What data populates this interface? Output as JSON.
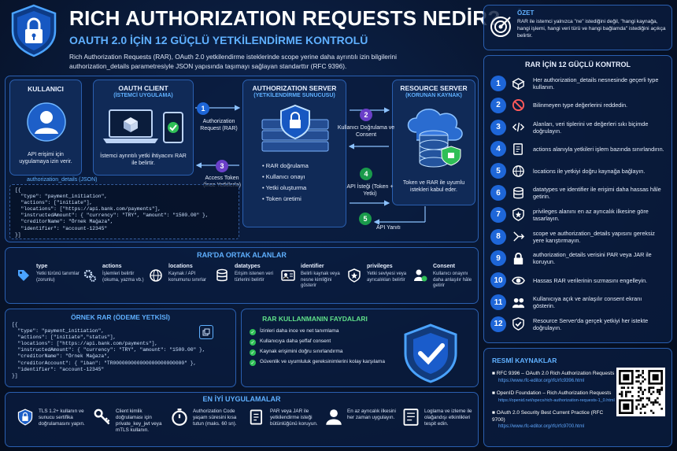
{
  "header": {
    "title": "RICH AUTHORIZATION REQUESTS NEDİR?",
    "subtitle": "OAUTH 2.0 İÇİN 12 GÜÇLÜ YETKİLENDİRME KONTROLÜ",
    "description": "Rich Authorization Requests (RAR), OAuth 2.0 yetkilendirme isteklerinde scope yerine daha ayrıntılı izin bilgilerini authorization_details parametresiyle JSON yapısında taşımayı sağlayan standarttır (RFC 9396)."
  },
  "summary": {
    "title": "ÖZET",
    "text": "RAR ile istemci yalnızca \"ne\" istediğini değil, \"hangi kaynağa, hangi işlemi, hangi veri türü ve hangi bağlamda\" istediğini açıkça belirtir."
  },
  "flow": {
    "user": {
      "title": "KULLANICI",
      "text": "API erişimi için uygulamaya izin verir."
    },
    "client": {
      "title": "OAUTH CLIENT",
      "subtitle": "(İSTEMCİ UYGULAMA)",
      "text": "İstemci ayrıntılı yetki ihtiyacını RAR ile belirtir."
    },
    "auth_server": {
      "title": "AUTHORIZATION SERVER",
      "subtitle": "(YETKİLENDİRME SUNUCUSU)",
      "items": [
        "RAR doğrulama",
        "Kullanıcı onayı",
        "Yetki oluşturma",
        "Token üretimi"
      ]
    },
    "resource_server": {
      "title": "RESOURCE SERVER",
      "subtitle": "(KORUNAN KAYNAK)",
      "text": "Token ve RAR ile uyumlu istekleri kabul eder."
    },
    "steps": [
      {
        "n": "1",
        "label": "Authorization Request (RAR)"
      },
      {
        "n": "2",
        "label": "Kullanıcı Doğrulama ve Consent"
      },
      {
        "n": "3",
        "label": "Access Token (İnce Yetkilerle)"
      },
      {
        "n": "4",
        "label": "API İsteği (Token + Yetki)"
      },
      {
        "n": "5",
        "label": "API Yanıtı"
      }
    ],
    "json_label": "authorization_details (JSON)"
  },
  "code1": [
    "[{",
    "  \"type\": \"payment_initiation\",",
    "  \"actions\": [\"initiate\"],",
    "  \"locations\": [\"https://api.bank.com/payments\"],",
    "  \"instructedAmount\": { \"currency\": \"TRY\", \"amount\": \"1500.00\" },",
    "  \"creditorName\": \"Örnek Mağaza\",",
    "  \"identifier\": \"account-12345\"",
    "}]"
  ],
  "controls": {
    "title": "RAR İÇİN 12 GÜÇLÜ KONTROL",
    "items": [
      {
        "n": "1",
        "icon": "cube-icon",
        "text": "Her authorization_details nesnesinde geçerli type kullanın."
      },
      {
        "n": "2",
        "icon": "ban-icon",
        "text": "Bilinmeyen type değerlerini reddedin."
      },
      {
        "n": "3",
        "icon": "code-icon",
        "text": "Alanları, veri tiplerini ve değerleri sıkı biçimde doğrulayın."
      },
      {
        "n": "4",
        "icon": "document-icon",
        "text": "actions alanıyla yetkileri işlem bazında sınırlandırın."
      },
      {
        "n": "5",
        "icon": "globe-icon",
        "text": "locations ile yetkiyi doğru kaynağa bağlayın."
      },
      {
        "n": "6",
        "icon": "database-icon",
        "text": "datatypes ve identifier ile erişimi daha hassas hâle getirin."
      },
      {
        "n": "7",
        "icon": "shield-star-icon",
        "text": "privileges alanını en az ayrıcalık ilkesine göre tasarlayın."
      },
      {
        "n": "8",
        "icon": "merge-icon",
        "text": "scope ve authorization_details yapısını gereksiz yere karıştırmayın."
      },
      {
        "n": "9",
        "icon": "lock-icon",
        "text": "authorization_details verisini PAR veya JAR ile koruyun."
      },
      {
        "n": "10",
        "icon": "eye-icon",
        "text": "Hassas RAR verilerinin sızmasını engelleyin."
      },
      {
        "n": "11",
        "icon": "users-icon",
        "text": "Kullanıcıya açık ve anlaşılır consent ekranı gösterin."
      },
      {
        "n": "12",
        "icon": "shield-check-icon",
        "text": "Resource Server'da gerçek yetkiyi her istekte doğrulayın."
      }
    ]
  },
  "common_fields": {
    "title": "RAR'DA ORTAK ALANLAR",
    "items": [
      {
        "name": "type",
        "desc": "Yetki türünü tanımlar (zorunlu)",
        "icon": "tag-icon"
      },
      {
        "name": "actions",
        "desc": "İşlemleri belirtir (okuma, yazma vb.)",
        "icon": "gears-icon"
      },
      {
        "name": "locations",
        "desc": "Kaynak / API konumunu sınırlar",
        "icon": "globe-icon"
      },
      {
        "name": "datatypes",
        "desc": "Erişim istenen veri türlerini belirtir",
        "icon": "database-icon"
      },
      {
        "name": "identifier",
        "desc": "Belirli kaynak veya nesne kimliğini gösterir",
        "icon": "id-card-icon"
      },
      {
        "name": "privileges",
        "desc": "Yetki seviyesi veya ayrıcalıkları belirtir",
        "icon": "shield-star-icon"
      },
      {
        "name": "Consent",
        "desc": "Kullanıcı onayını daha anlaşılır hâle getirir",
        "icon": "user-check-icon"
      }
    ]
  },
  "example": {
    "title": "ÖRNEK RAR (ÖDEME YETKİSİ)",
    "code": [
      "[{",
      "  \"type\": \"payment_initiation\",",
      "  \"actions\": [\"initiate\",\"status\"],",
      "  \"locations\": [\"https://api.bank.com/payments\"],",
      "  \"instructedAmount\": { \"currency\": \"TRY\", \"amount\": \"1500.00\" },",
      "  \"creditorName\": \"Örnek Mağaza\",",
      "  \"creditorAccount\": { \"iban\": \"TR000000000000000000000000\" },",
      "  \"identifier\": \"account-12345\"",
      "}]"
    ]
  },
  "benefits": {
    "title": "RAR KULLANMANIN FAYDALARI",
    "items": [
      "İzinleri daha ince ve net tanımlama",
      "Kullanıcıya daha şeffaf consent",
      "Kaynak erişimini doğru sınırlandırma",
      "Güvenlik ve uyumluluk gereksinimlerini kolay karşılama"
    ]
  },
  "best_practices": {
    "title": "EN İYİ UYGULAMALAR",
    "items": [
      {
        "icon": "shield-lock-icon",
        "text": "TLS 1.2+ kullanın ve sunucu sertifika doğrulamasını yapın."
      },
      {
        "icon": "key-icon",
        "text": "Client kimlik doğrulaması için private_key_jwt veya mTLS kullanın."
      },
      {
        "icon": "stopwatch-icon",
        "text": "Authorization Code yaşam süresini kısa tutun (maks. 60 sn)."
      },
      {
        "icon": "document-icon",
        "text": "PAR veya JAR ile yetkilendirme isteği bütünlüğünü koruyun."
      },
      {
        "icon": "user-icon",
        "text": "En az ayrıcalık ilkesini her zaman uygulayın."
      },
      {
        "icon": "list-icon",
        "text": "Loglama ve izleme ile olağandışı etkinlikleri tespit edin."
      }
    ]
  },
  "sources": {
    "title": "RESMİ KAYNAKLAR",
    "items": [
      {
        "name": "RFC 9396 – OAuth 2.0 Rich Authorization Requests",
        "url": "https://www.rfc-editor.org/rfc/rfc9396.html"
      },
      {
        "name": "OpenID Foundation – Rich Authorization Requests",
        "url": "https://openid.net/specs/rich-authorization-requests-1_0.html"
      },
      {
        "name": "OAuth 2.0 Security Best Current Practice (RFC 9700)",
        "url": "https://www.rfc-editor.org/rfc/rfc9700.html"
      }
    ]
  },
  "colors": {
    "accent": "#1e66d8",
    "title": "#ffffff",
    "subtitle": "#5fb0ff",
    "green": "#2fbf57"
  }
}
